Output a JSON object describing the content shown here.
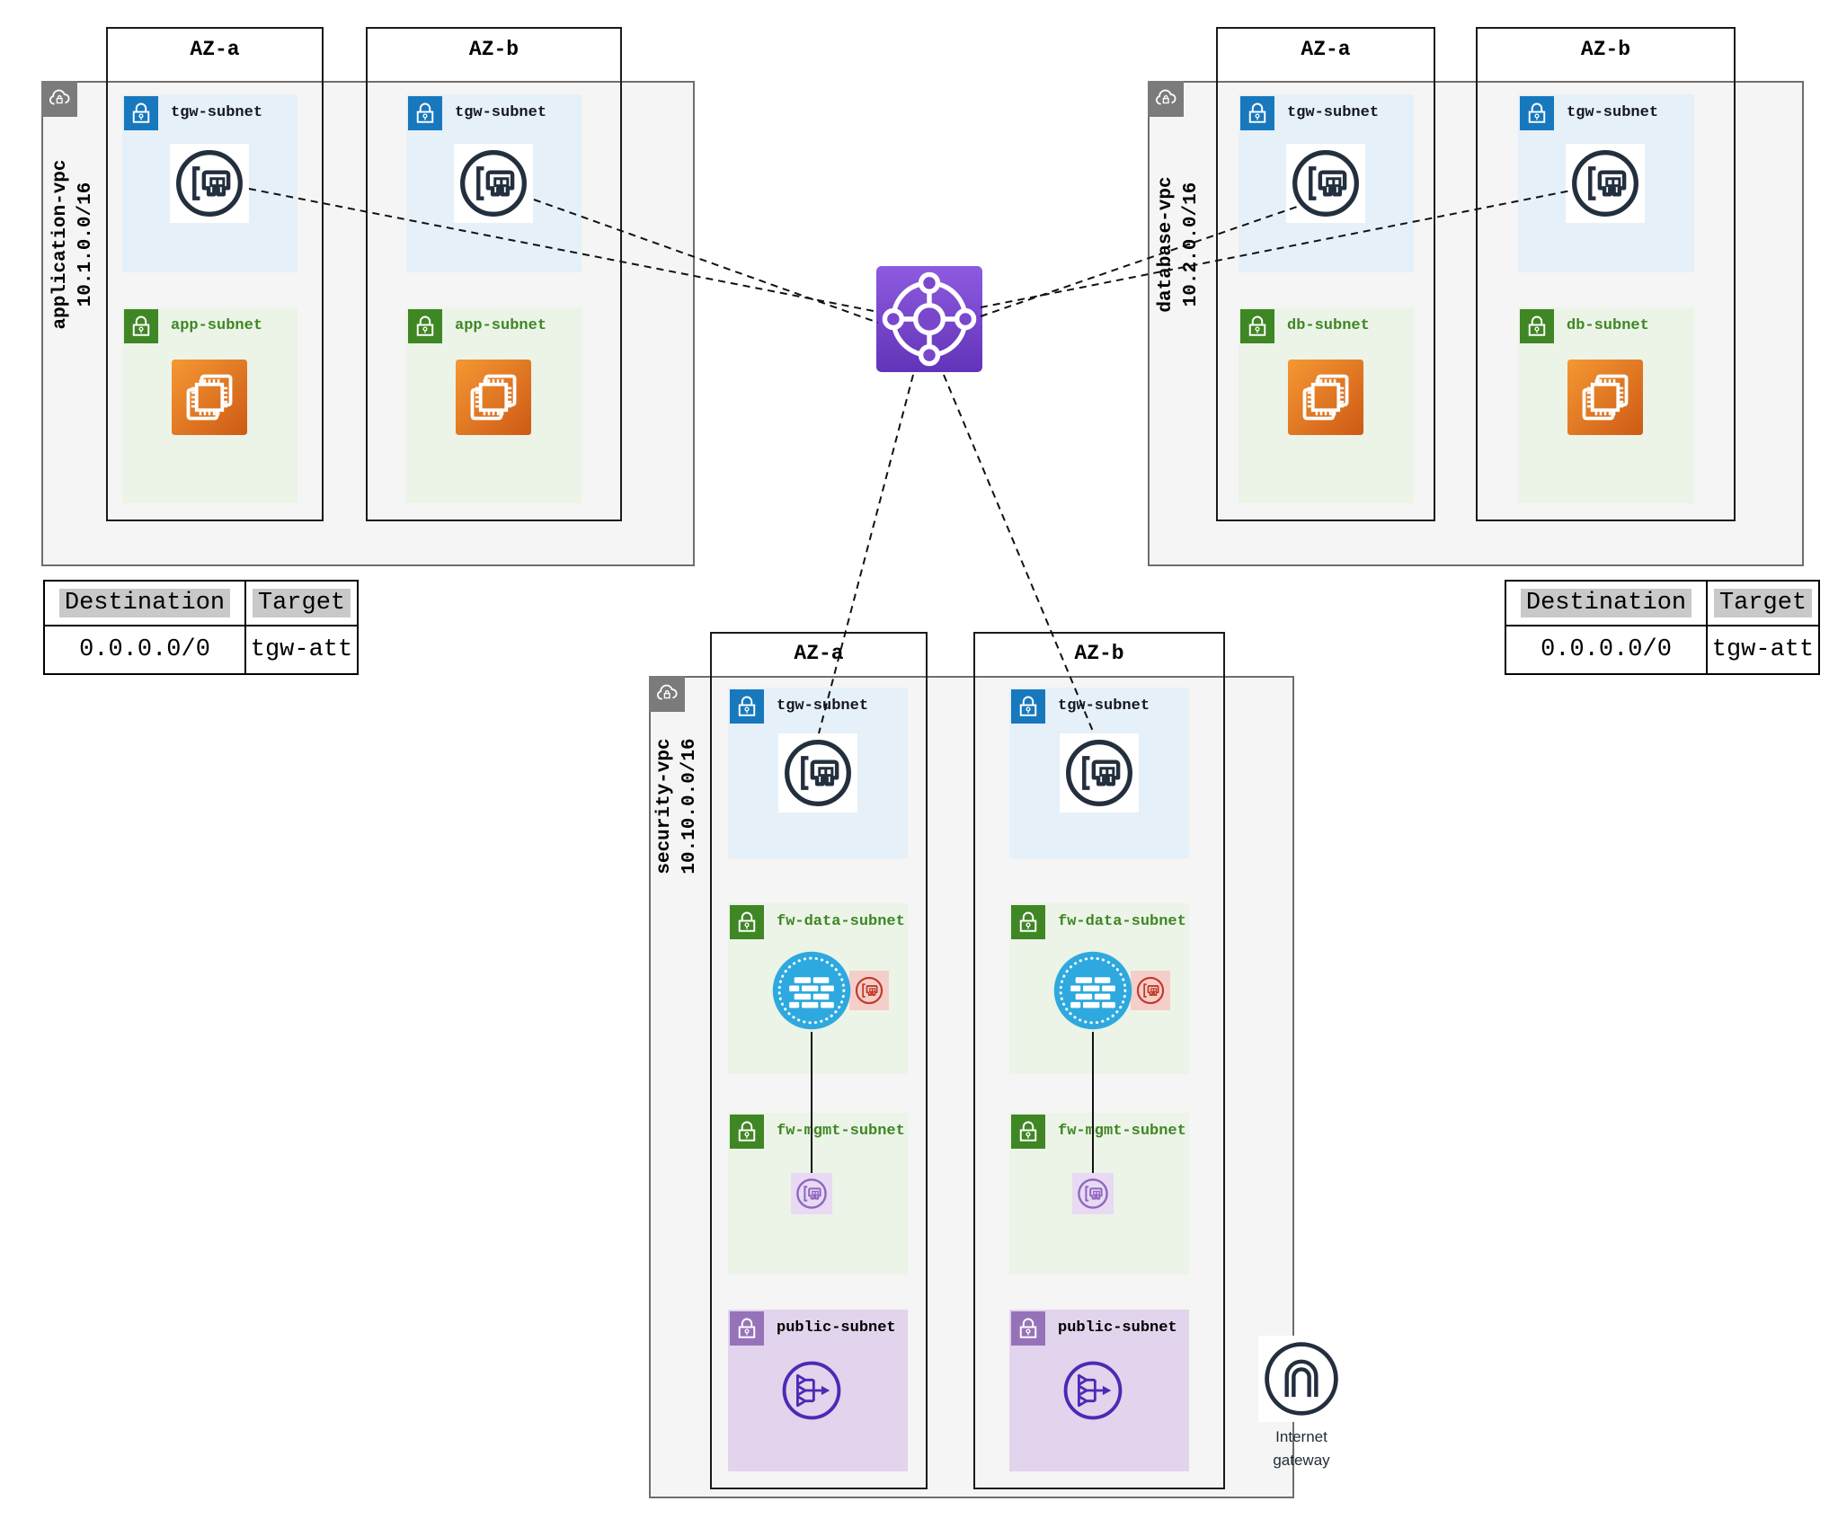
{
  "diagram_title": "transit-gateway-network-diagram",
  "vpcs": [
    {
      "name": "application-vpc",
      "cidr": "10.1.0.0/16",
      "azs": [
        {
          "label": "AZ-a",
          "subnets": {
            "tgw": "tgw-subnet",
            "app": "app-subnet"
          }
        },
        {
          "label": "AZ-b",
          "subnets": {
            "tgw": "tgw-subnet",
            "app": "app-subnet"
          }
        }
      ]
    },
    {
      "name": "database-vpc",
      "cidr": "10.2.0.0/16",
      "azs": [
        {
          "label": "AZ-a",
          "subnets": {
            "tgw": "tgw-subnet",
            "db": "db-subnet"
          }
        },
        {
          "label": "AZ-b",
          "subnets": {
            "tgw": "tgw-subnet",
            "db": "db-subnet"
          }
        }
      ]
    },
    {
      "name": "security-vpc",
      "cidr": "10.10.0.0/16",
      "azs": [
        {
          "label": "AZ-a",
          "subnets": {
            "tgw": "tgw-subnet",
            "fw_data": "fw-data-subnet",
            "fw_mgmt": "fw-mgmt-subnet",
            "public": "public-subnet"
          }
        },
        {
          "label": "AZ-b",
          "subnets": {
            "tgw": "tgw-subnet",
            "fw_data": "fw-data-subnet",
            "fw_mgmt": "fw-mgmt-subnet",
            "public": "public-subnet"
          }
        }
      ]
    }
  ],
  "route_table": {
    "headers": {
      "destination": "Destination",
      "target": "Target"
    },
    "row": {
      "destination": "0.0.0.0/0",
      "target": "tgw-att"
    }
  },
  "igw": {
    "line1": "Internet",
    "line2": "gateway"
  },
  "icons": {
    "transit_gateway": "transit-gateway-icon",
    "eni": "elastic-network-interface-icon",
    "ec2": "ec2-instance-icon",
    "firewall": "network-firewall-icon",
    "firewall_endpoint": "firewall-endpoint-eni-icon",
    "router": "vpc-router-icon",
    "internet_gateway": "internet-gateway-icon",
    "vpc_cloud": "vpc-cloud-lock-icon",
    "subnet_lock": "subnet-lock-icon"
  },
  "colors": {
    "vpc_bg": "#F5F5F5",
    "vpc_border": "#6E6E6E",
    "az_border": "#1A1A1A",
    "tgw_subnet_bg": "#E6F0F8",
    "tgw_badge_blue": "#1778BD",
    "green_subnet_bg": "#EBF4E7",
    "green_badge": "#3F8624",
    "public_subnet_bg": "#E2D4EC",
    "public_badge": "#9673B9",
    "eni_navy": "#232F3E",
    "firewall_blue": "#2EA9DF",
    "fw_endpoint_red": "#C03A2B",
    "fw_endpoint_bg": "#F6CEC9",
    "mgmt_eni_purple": "#9065C2",
    "mgmt_eni_bg": "#E7DAF2",
    "router_purple": "#4B2BB3",
    "tgw_gradient_top": "#8E5BE0",
    "tgw_gradient_bottom": "#6233B8",
    "ec2_gradient_light": "#F49833",
    "ec2_gradient_dark": "#CE5A15",
    "table_header_highlight": "#C9C9C9"
  }
}
